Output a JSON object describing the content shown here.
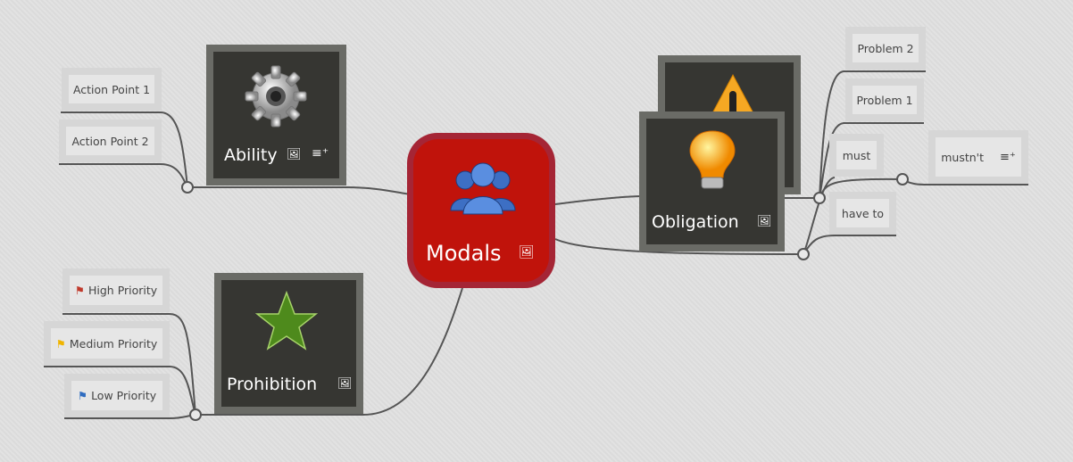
{
  "central": {
    "label": "Modals",
    "icon": "users-icon",
    "color": "#c0130b"
  },
  "topics": [
    {
      "label": "Ability",
      "icon": "gear-icon",
      "extra": "note-icon",
      "children": [
        "Action Point 1",
        "Action Point 2"
      ]
    },
    {
      "label": "Obligation",
      "icon": "lightbulb-icon",
      "children": [
        "must",
        "have to"
      ]
    },
    {
      "label": "",
      "icon": "warning-icon",
      "children": [
        "Problem 1",
        "Problem 2"
      ]
    },
    {
      "label": "Prohibition",
      "icon": "star-icon",
      "children": [
        "High Priority",
        "Medium Priority",
        "Low Priority"
      ]
    }
  ],
  "mustnt": {
    "label": "mustn't",
    "icon": "note-icon"
  },
  "flags": {
    "high": "#c0392b",
    "medium": "#f0b400",
    "low": "#2f6cc0"
  }
}
